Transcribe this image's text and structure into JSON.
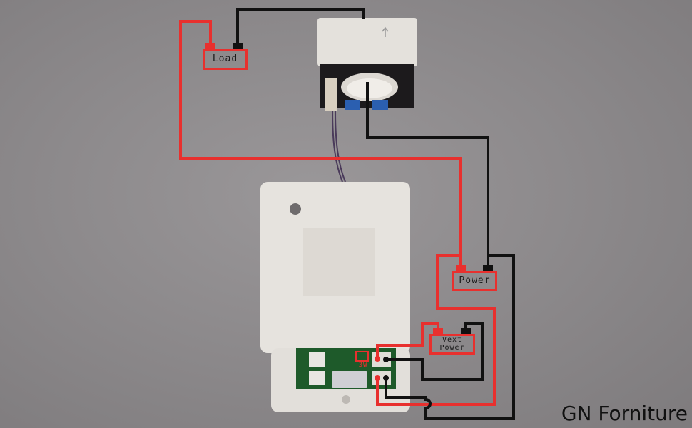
{
  "labels": {
    "load": "Load",
    "power": "Power",
    "vext_line1": "Vext",
    "vext_line2": "Power",
    "jumper": "3W"
  },
  "brand": "GN Forniture",
  "colors": {
    "live_wire": "#e8302e",
    "neutral_wire": "#111111",
    "background": "#8f8c8e",
    "device": "#e6e3de"
  }
}
